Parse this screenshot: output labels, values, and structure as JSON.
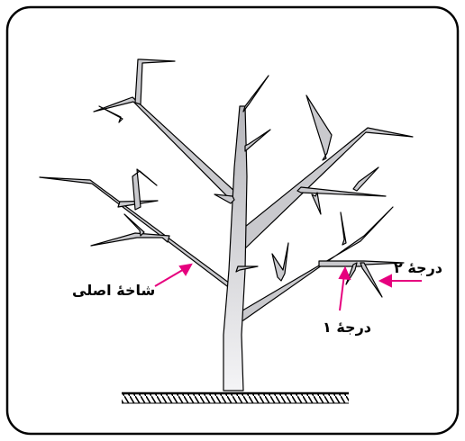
{
  "labels": {
    "main_branch": "شاخهٔ اصلی",
    "degree_1": "درجهٔ ۱",
    "degree_2": "درجهٔ ۲"
  },
  "colors": {
    "frame": "#000000",
    "branch_fill": "#c9c9cd",
    "branch_stroke": "#000000",
    "arrow": "#e6007e",
    "ground": "#000000"
  }
}
